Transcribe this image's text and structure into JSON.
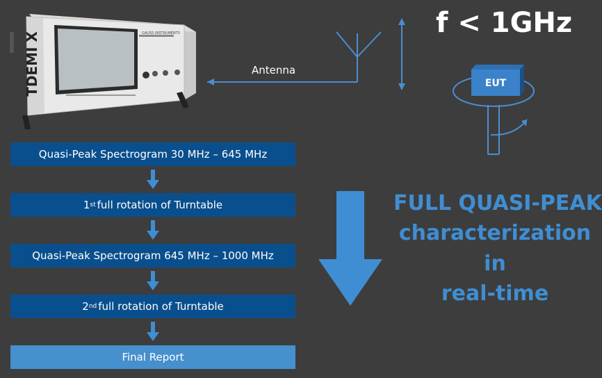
{
  "title": "f < 1GHz",
  "antenna_label": "Antenna",
  "eut_label": "EUT",
  "device": {
    "brand_text": "TDEMI X",
    "logo_text": "GAUSS INSTRUMENTS"
  },
  "steps": [
    {
      "text": "Quasi-Peak Spectrogram 30 MHz – 645 MHz"
    },
    {
      "ordinal": "1",
      "suffix": "st",
      "text": " full rotation of Turntable"
    },
    {
      "text": "Quasi-Peak Spectrogram 645 MHz – 1000 MHz"
    },
    {
      "ordinal": "2",
      "suffix": "nd",
      "text": " full rotation of Turntable"
    },
    {
      "text": "Final Report"
    }
  ],
  "headline": {
    "line1": "FULL QUASI-PEAK",
    "line2": "characterization",
    "line3": "in",
    "line4": "real-time"
  },
  "colors": {
    "background": "#3d3d3d",
    "step_box": "#0a4f8d",
    "final_box": "#4590cd",
    "accent": "#3f8ed3",
    "line": "#4a8fd0"
  }
}
